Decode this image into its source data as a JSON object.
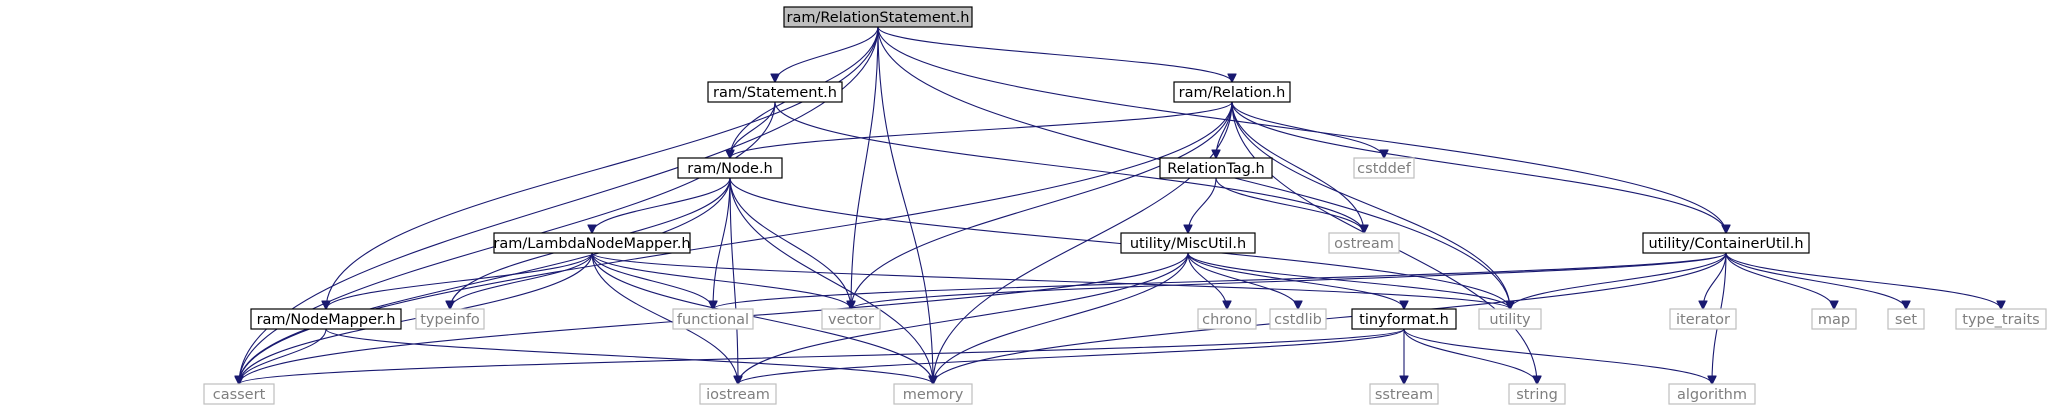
{
  "graph": {
    "edge_color": "#191970",
    "root_fill": "#bfbfbf",
    "external_border": "#bfbfbf",
    "external_text": "#7f7f7f",
    "nodes": [
      {
        "id": "root",
        "label": "ram/RelationStatement.h",
        "kind": "root"
      },
      {
        "id": "statement",
        "label": "ram/Statement.h",
        "kind": "internal"
      },
      {
        "id": "relation",
        "label": "ram/Relation.h",
        "kind": "internal"
      },
      {
        "id": "node",
        "label": "ram/Node.h",
        "kind": "internal"
      },
      {
        "id": "relationtag",
        "label": "RelationTag.h",
        "kind": "internal"
      },
      {
        "id": "lambdanodemapper",
        "label": "ram/LambdaNodeMapper.h",
        "kind": "internal"
      },
      {
        "id": "miscutil",
        "label": "utility/MiscUtil.h",
        "kind": "internal"
      },
      {
        "id": "containerutil",
        "label": "utility/ContainerUtil.h",
        "kind": "internal"
      },
      {
        "id": "nodemapper",
        "label": "ram/NodeMapper.h",
        "kind": "internal"
      },
      {
        "id": "tinyformat",
        "label": "tinyformat.h",
        "kind": "internal"
      },
      {
        "id": "cstddef",
        "label": "cstddef",
        "kind": "external"
      },
      {
        "id": "ostream",
        "label": "ostream",
        "kind": "external"
      },
      {
        "id": "typeinfo",
        "label": "typeinfo",
        "kind": "external"
      },
      {
        "id": "functional",
        "label": "functional",
        "kind": "external"
      },
      {
        "id": "vector",
        "label": "vector",
        "kind": "external"
      },
      {
        "id": "chrono",
        "label": "chrono",
        "kind": "external"
      },
      {
        "id": "cstdlib",
        "label": "cstdlib",
        "kind": "external"
      },
      {
        "id": "utility",
        "label": "utility",
        "kind": "external"
      },
      {
        "id": "iterator",
        "label": "iterator",
        "kind": "external"
      },
      {
        "id": "map",
        "label": "map",
        "kind": "external"
      },
      {
        "id": "set",
        "label": "set",
        "kind": "external"
      },
      {
        "id": "type_traits",
        "label": "type_traits",
        "kind": "external"
      },
      {
        "id": "cassert",
        "label": "cassert",
        "kind": "external"
      },
      {
        "id": "iostream",
        "label": "iostream",
        "kind": "external"
      },
      {
        "id": "memory",
        "label": "memory",
        "kind": "external"
      },
      {
        "id": "sstream",
        "label": "sstream",
        "kind": "external"
      },
      {
        "id": "string",
        "label": "string",
        "kind": "external"
      },
      {
        "id": "algorithm",
        "label": "algorithm",
        "kind": "external"
      }
    ],
    "edges": [
      [
        "root",
        "cassert"
      ],
      [
        "root",
        "statement"
      ],
      [
        "root",
        "node"
      ],
      [
        "root",
        "nodemapper"
      ],
      [
        "root",
        "vector"
      ],
      [
        "root",
        "memory"
      ],
      [
        "root",
        "relation"
      ],
      [
        "root",
        "utility"
      ],
      [
        "root",
        "containerutil"
      ],
      [
        "statement",
        "node"
      ],
      [
        "statement",
        "cassert"
      ],
      [
        "statement",
        "ostream"
      ],
      [
        "relation",
        "node"
      ],
      [
        "relation",
        "relationtag"
      ],
      [
        "relation",
        "containerutil"
      ],
      [
        "relation",
        "cstddef"
      ],
      [
        "relation",
        "ostream"
      ],
      [
        "relation",
        "utility"
      ],
      [
        "relation",
        "string"
      ],
      [
        "relation",
        "cassert"
      ],
      [
        "relation",
        "memory"
      ],
      [
        "relation",
        "vector"
      ],
      [
        "relationtag",
        "ostream"
      ],
      [
        "relationtag",
        "miscutil"
      ],
      [
        "node",
        "lambdanodemapper"
      ],
      [
        "node",
        "cassert"
      ],
      [
        "node",
        "iostream"
      ],
      [
        "node",
        "typeinfo"
      ],
      [
        "node",
        "functional"
      ],
      [
        "node",
        "memory"
      ],
      [
        "node",
        "vector"
      ],
      [
        "node",
        "utility"
      ],
      [
        "lambdanodemapper",
        "nodemapper"
      ],
      [
        "lambdanodemapper",
        "typeinfo"
      ],
      [
        "lambdanodemapper",
        "functional"
      ],
      [
        "lambdanodemapper",
        "vector"
      ],
      [
        "lambdanodemapper",
        "utility"
      ],
      [
        "lambdanodemapper",
        "cassert"
      ],
      [
        "lambdanodemapper",
        "iostream"
      ],
      [
        "lambdanodemapper",
        "memory"
      ],
      [
        "nodemapper",
        "cassert"
      ],
      [
        "nodemapper",
        "memory"
      ],
      [
        "miscutil",
        "cassert"
      ],
      [
        "miscutil",
        "iostream"
      ],
      [
        "miscutil",
        "memory"
      ],
      [
        "miscutil",
        "chrono"
      ],
      [
        "miscutil",
        "cstdlib"
      ],
      [
        "miscutil",
        "tinyformat"
      ],
      [
        "miscutil",
        "utility"
      ],
      [
        "containerutil",
        "functional"
      ],
      [
        "containerutil",
        "vector"
      ],
      [
        "containerutil",
        "utility"
      ],
      [
        "containerutil",
        "memory"
      ],
      [
        "containerutil",
        "algorithm"
      ],
      [
        "containerutil",
        "iterator"
      ],
      [
        "containerutil",
        "map"
      ],
      [
        "containerutil",
        "set"
      ],
      [
        "containerutil",
        "type_traits"
      ],
      [
        "tinyformat",
        "cassert"
      ],
      [
        "tinyformat",
        "iostream"
      ],
      [
        "tinyformat",
        "sstream"
      ],
      [
        "tinyformat",
        "string"
      ],
      [
        "tinyformat",
        "algorithm"
      ]
    ]
  }
}
